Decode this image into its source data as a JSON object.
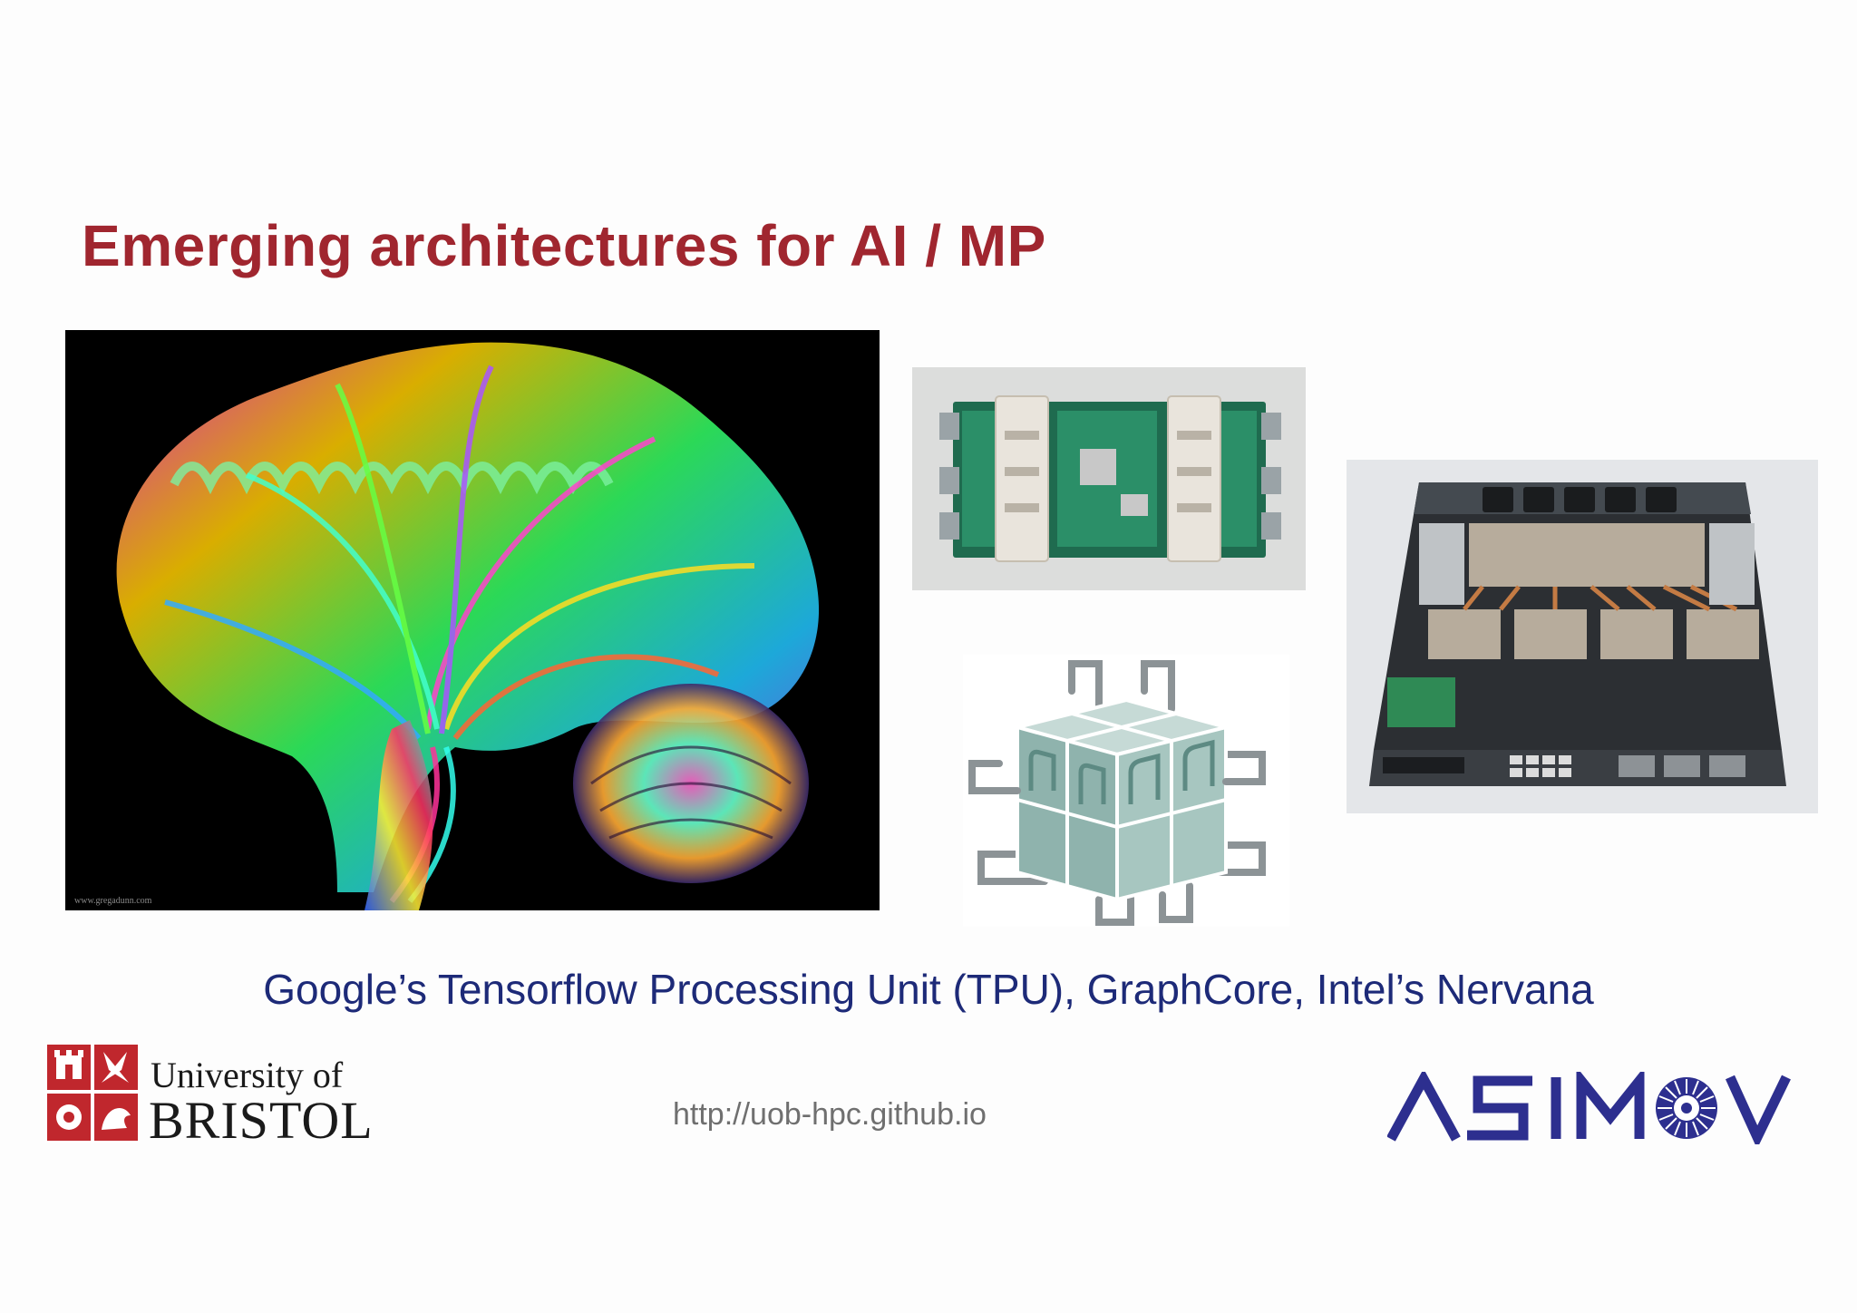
{
  "slide": {
    "title": "Emerging architectures for AI / MP",
    "caption": "Google’s Tensorflow Processing Unit (TPU), GraphCore, Intel’s Nervana",
    "url": "http://uob-hpc.github.io"
  },
  "images": {
    "brain": {
      "icon": "brain-connectome-artwork",
      "credit": "www.gregadunn.com"
    },
    "tpu": {
      "icon": "tpu-board-photo"
    },
    "graphcore": {
      "icon": "graphcore-cube-logo"
    },
    "nervana": {
      "icon": "nervana-server-photo"
    }
  },
  "logos": {
    "bristol": {
      "line1": "University of",
      "line2": "BRISTOL",
      "color": "#c0272d"
    },
    "asimov": {
      "text": "ASIMOV",
      "color": "#2d2f8f"
    }
  },
  "colors": {
    "title": "#a0262f",
    "caption": "#1d2a78",
    "url": "#6f6f6f"
  }
}
